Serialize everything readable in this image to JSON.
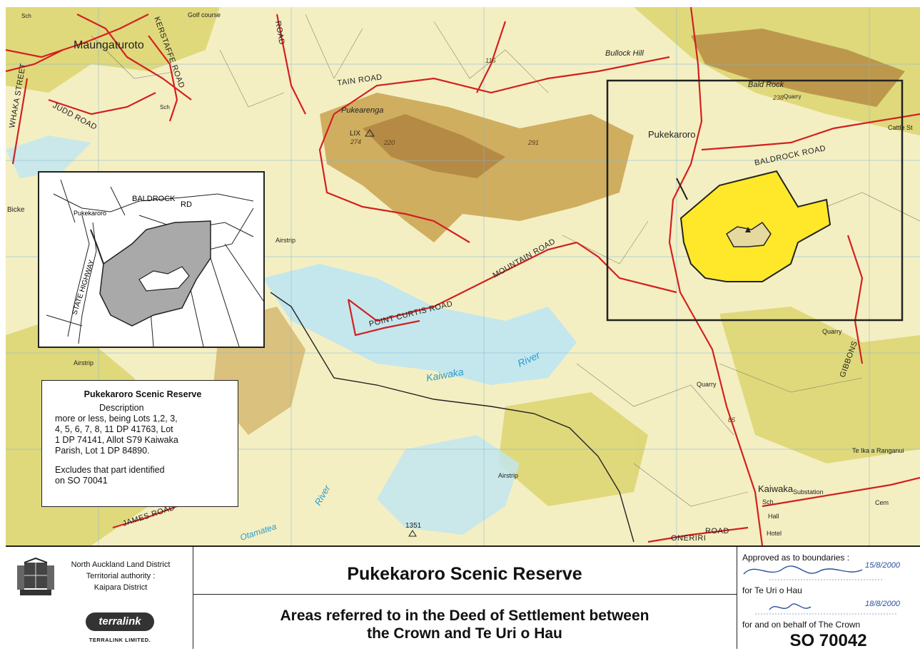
{
  "map": {
    "places": {
      "maungaturoto": "Maungaturoto",
      "pukekaroro": "Pukekaroro",
      "pukearenga": "Pukearenga",
      "bullock_hill": "Bullock Hill",
      "bald_rock": "Bald Rock",
      "kaiwaka": "Kaiwaka",
      "te_ika": "Te Ika a Ranganui",
      "bickers": "Bicke",
      "catties": "Cattle St"
    },
    "roads": {
      "tain": "TAIN ROAD",
      "baldrock": "BALDROCK ROAD",
      "point_curtis": "POINT CURTIS ROAD",
      "mountain": "MOUNTAIN ROAD",
      "judd": "JUDD ROAD",
      "oneriri": "ONERIRI",
      "oneriri_road": "ROAD",
      "james": "JAMES ROAD",
      "gibbons": "GIBBONS",
      "whaka": "WHAKA STREET",
      "kerstaffe": "KERSTAFFE ROAD",
      "tain_road_v": "ROAD",
      "golf": "Golf course"
    },
    "rivers": {
      "kaiwaka": "Kaiwaka",
      "river": "River",
      "otamatea": "Otamatea",
      "otamatea_river": "River"
    },
    "features": {
      "airstrip1": "Airstrip",
      "airstrip2": "Airstrip",
      "airstrip3": "Airstrip",
      "quarry1": "Quarry",
      "quarry2": "Quarry",
      "quarry3": "Quarry",
      "sch1": "Sch",
      "sch2": "Sch",
      "sch3": "Sch",
      "hall": "Hall",
      "hotel": "Hotel",
      "substation": "Substation",
      "cem": "Cem",
      "lix": "LIX",
      "trig1351": "1351"
    },
    "elevations": [
      "274",
      "220",
      "116",
      "291",
      "238",
      "85"
    ],
    "colors": {
      "land": "#f4efc2",
      "forest": "#d9d36a",
      "hills": "#c8a24f",
      "road": "#d32020",
      "water": "#bfe6f2",
      "reserve": "#ffe82a"
    }
  },
  "inset": {
    "baldrock": "BALDROCK",
    "rd": "RD",
    "pukekaroro": "Pukekaroro",
    "state_highway": "STATE HIGHWAY"
  },
  "description": {
    "title": "Pukekaroro Scenic Reserve",
    "heading": "Description",
    "line1": "more or less, being Lots 1,2, 3,",
    "line2": "4, 5, 6, 7, 8, 11 DP 41763, Lot",
    "line3": "1 DP 74141, Allot S79 Kaiwaka",
    "line4": "Parish, Lot 1 DP 84890.",
    "line5": "Excludes that part identified",
    "line6": "on SO 70041"
  },
  "legend": {
    "district1": "North Auckland Land District",
    "district2": "Territorial authority :",
    "district3": "Kaipara District",
    "logo_text": "terralink",
    "logo_caption": "TERRALINK LIMITED.",
    "title": "Pukekaroro  Scenic  Reserve",
    "subtitle1": "Areas referred to in the Deed of Settlement between",
    "subtitle2": "the Crown and Te Uri o Hau",
    "approved": "Approved as to boundaries :",
    "for1": "for  Te Uri o Hau",
    "for2": "for and on behalf of The Crown",
    "date1": "15/8/2000",
    "date2": "18/8/2000",
    "so_number": "SO 70042"
  }
}
